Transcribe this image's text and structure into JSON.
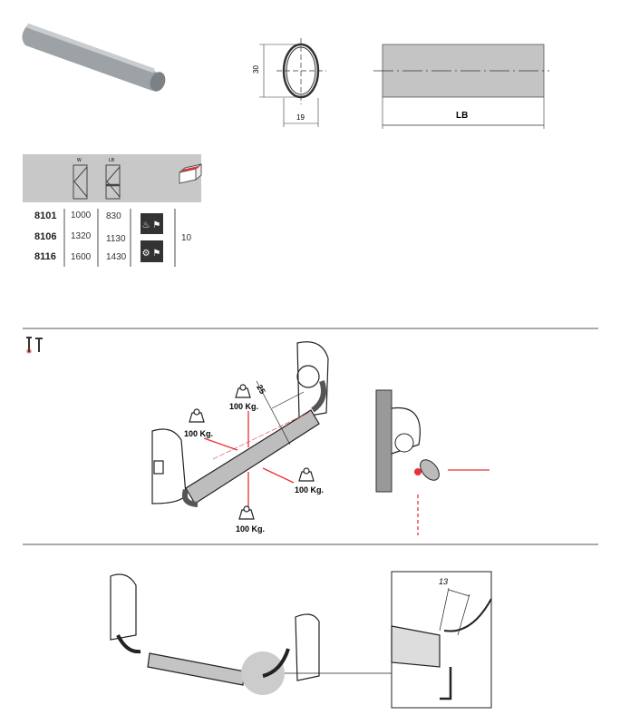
{
  "dimensions": {
    "height": "30",
    "width": "19",
    "length": "LB"
  },
  "table": {
    "header": {
      "col_w": "W",
      "col_lb": "LB",
      "icons": [
        "width-door-icon",
        "length-bar-icon",
        "package-box-icon"
      ]
    },
    "rows": [
      {
        "code": "8101",
        "w": "1000",
        "lb": "830"
      },
      {
        "code": "8106",
        "w": "1320",
        "lb": "1130"
      },
      {
        "code": "8116",
        "w": "1600",
        "lb": "1430"
      }
    ],
    "certifications": [
      "fire-exit-icon",
      "panic-exit-icon"
    ],
    "pack_qty": "10"
  },
  "installation": {
    "offset": "25",
    "loads": [
      "100 Kg.",
      "100 Kg.",
      "100 Kg.",
      "100 Kg."
    ],
    "detail_offset": "13"
  },
  "colors": {
    "accent": "#e8313a",
    "tube": "#b4b4b4",
    "header_bg": "#c8c8c8"
  }
}
